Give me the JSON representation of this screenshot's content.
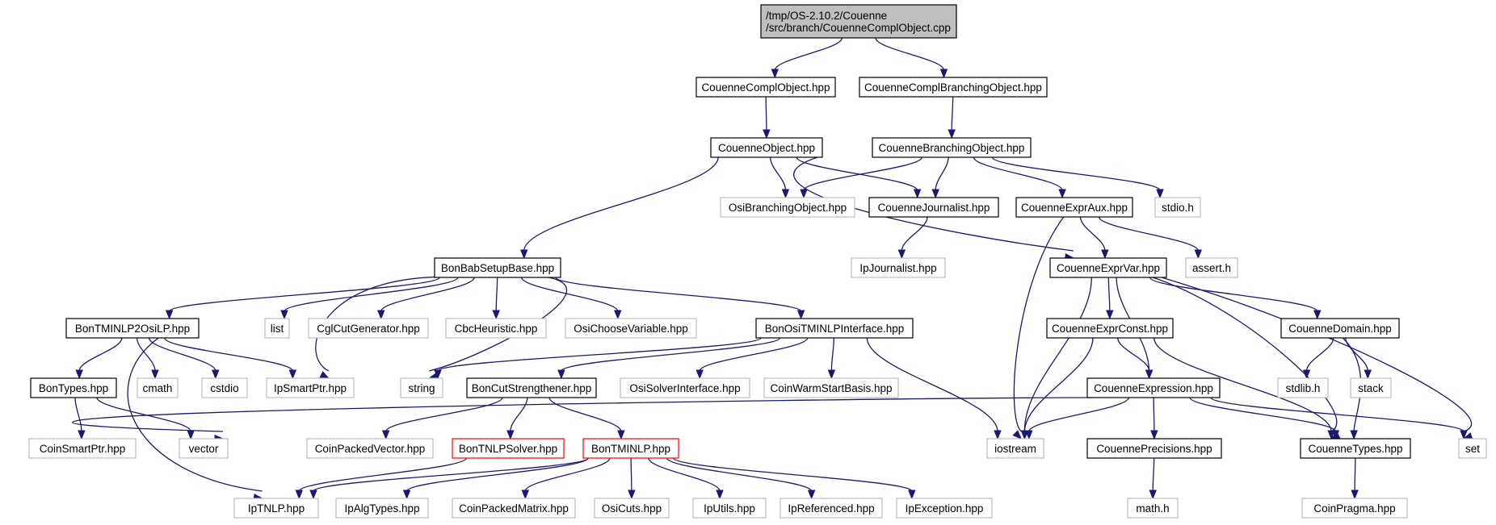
{
  "colors": {
    "edge": "#191970",
    "root_fill": "#bfbfbf",
    "documented_border": "#000000",
    "undocumented_border": "#bfbfbf",
    "truncated_border": "#ff0000"
  },
  "nodes": [
    {
      "id": "root",
      "lines": [
        "/tmp/OS-2.10.2/Couenne",
        "/src/branch/CouenneComplObject.cpp"
      ],
      "kind": "root"
    },
    {
      "id": "compl_obj_hpp",
      "lines": [
        "CouenneComplObject.hpp"
      ],
      "kind": "doc"
    },
    {
      "id": "compl_branch_hpp",
      "lines": [
        "CouenneComplBranchingObject.hpp"
      ],
      "kind": "doc"
    },
    {
      "id": "object_hpp",
      "lines": [
        "CouenneObject.hpp"
      ],
      "kind": "doc"
    },
    {
      "id": "branching_obj_hpp",
      "lines": [
        "CouenneBranchingObject.hpp"
      ],
      "kind": "doc"
    },
    {
      "id": "osi_branching",
      "lines": [
        "OsiBranchingObject.hpp"
      ],
      "kind": "nodoc"
    },
    {
      "id": "journalist",
      "lines": [
        "CouenneJournalist.hpp"
      ],
      "kind": "doc"
    },
    {
      "id": "expr_aux",
      "lines": [
        "CouenneExprAux.hpp"
      ],
      "kind": "doc"
    },
    {
      "id": "stdio_h",
      "lines": [
        "stdio.h"
      ],
      "kind": "nodoc"
    },
    {
      "id": "bab_setup",
      "lines": [
        "BonBabSetupBase.hpp"
      ],
      "kind": "doc"
    },
    {
      "id": "ip_journalist",
      "lines": [
        "IpJournalist.hpp"
      ],
      "kind": "nodoc"
    },
    {
      "id": "expr_var",
      "lines": [
        "CouenneExprVar.hpp"
      ],
      "kind": "doc"
    },
    {
      "id": "assert_h",
      "lines": [
        "assert.h"
      ],
      "kind": "nodoc"
    },
    {
      "id": "tminlp2osilp",
      "lines": [
        "BonTMINLP2OsiLP.hpp"
      ],
      "kind": "doc"
    },
    {
      "id": "list",
      "lines": [
        "list"
      ],
      "kind": "nodoc"
    },
    {
      "id": "cgl_cut",
      "lines": [
        "CglCutGenerator.hpp"
      ],
      "kind": "nodoc"
    },
    {
      "id": "cbc_heur",
      "lines": [
        "CbcHeuristic.hpp"
      ],
      "kind": "nodoc"
    },
    {
      "id": "osi_choose",
      "lines": [
        "OsiChooseVariable.hpp"
      ],
      "kind": "nodoc"
    },
    {
      "id": "osi_tminlp_iface",
      "lines": [
        "BonOsiTMINLPInterface.hpp"
      ],
      "kind": "doc"
    },
    {
      "id": "expr_const",
      "lines": [
        "CouenneExprConst.hpp"
      ],
      "kind": "doc"
    },
    {
      "id": "domain",
      "lines": [
        "CouenneDomain.hpp"
      ],
      "kind": "doc"
    },
    {
      "id": "bon_types",
      "lines": [
        "BonTypes.hpp"
      ],
      "kind": "doc"
    },
    {
      "id": "cmath",
      "lines": [
        "cmath"
      ],
      "kind": "nodoc"
    },
    {
      "id": "cstdio",
      "lines": [
        "cstdio"
      ],
      "kind": "nodoc"
    },
    {
      "id": "ip_smartptr",
      "lines": [
        "IpSmartPtr.hpp"
      ],
      "kind": "nodoc"
    },
    {
      "id": "string",
      "lines": [
        "string"
      ],
      "kind": "nodoc"
    },
    {
      "id": "cut_strength",
      "lines": [
        "BonCutStrengthener.hpp"
      ],
      "kind": "doc"
    },
    {
      "id": "osi_solver_iface",
      "lines": [
        "OsiSolverInterface.hpp"
      ],
      "kind": "nodoc"
    },
    {
      "id": "coin_warm",
      "lines": [
        "CoinWarmStartBasis.hpp"
      ],
      "kind": "nodoc"
    },
    {
      "id": "expression",
      "lines": [
        "CouenneExpression.hpp"
      ],
      "kind": "doc"
    },
    {
      "id": "stdlib_h",
      "lines": [
        "stdlib.h"
      ],
      "kind": "nodoc"
    },
    {
      "id": "stack",
      "lines": [
        "stack"
      ],
      "kind": "nodoc"
    },
    {
      "id": "coin_smartptr",
      "lines": [
        "CoinSmartPtr.hpp"
      ],
      "kind": "nodoc"
    },
    {
      "id": "vector",
      "lines": [
        "vector"
      ],
      "kind": "nodoc"
    },
    {
      "id": "coin_packed_vec",
      "lines": [
        "CoinPackedVector.hpp"
      ],
      "kind": "nodoc"
    },
    {
      "id": "tnlp_solver",
      "lines": [
        "BonTNLPSolver.hpp"
      ],
      "kind": "trunc"
    },
    {
      "id": "tminlp",
      "lines": [
        "BonTMINLP.hpp"
      ],
      "kind": "trunc"
    },
    {
      "id": "iostream",
      "lines": [
        "iostream"
      ],
      "kind": "nodoc"
    },
    {
      "id": "precisions",
      "lines": [
        "CouennePrecisions.hpp"
      ],
      "kind": "doc"
    },
    {
      "id": "couenne_types",
      "lines": [
        "CouenneTypes.hpp"
      ],
      "kind": "doc"
    },
    {
      "id": "set",
      "lines": [
        "set"
      ],
      "kind": "nodoc"
    },
    {
      "id": "ip_tnlp",
      "lines": [
        "IpTNLP.hpp"
      ],
      "kind": "nodoc"
    },
    {
      "id": "ip_alg_types",
      "lines": [
        "IpAlgTypes.hpp"
      ],
      "kind": "nodoc"
    },
    {
      "id": "coin_packed_mat",
      "lines": [
        "CoinPackedMatrix.hpp"
      ],
      "kind": "nodoc"
    },
    {
      "id": "osi_cuts",
      "lines": [
        "OsiCuts.hpp"
      ],
      "kind": "nodoc"
    },
    {
      "id": "ip_utils",
      "lines": [
        "IpUtils.hpp"
      ],
      "kind": "nodoc"
    },
    {
      "id": "ip_referenced",
      "lines": [
        "IpReferenced.hpp"
      ],
      "kind": "nodoc"
    },
    {
      "id": "ip_exception",
      "lines": [
        "IpException.hpp"
      ],
      "kind": "nodoc"
    },
    {
      "id": "math_h",
      "lines": [
        "math.h"
      ],
      "kind": "nodoc"
    },
    {
      "id": "coin_pragma",
      "lines": [
        "CoinPragma.hpp"
      ],
      "kind": "nodoc"
    }
  ],
  "edges": [
    [
      "root",
      "compl_obj_hpp"
    ],
    [
      "root",
      "compl_branch_hpp"
    ],
    [
      "compl_obj_hpp",
      "object_hpp"
    ],
    [
      "compl_branch_hpp",
      "branching_obj_hpp"
    ],
    [
      "object_hpp",
      "bab_setup"
    ],
    [
      "object_hpp",
      "osi_branching"
    ],
    [
      "object_hpp",
      "journalist"
    ],
    [
      "object_hpp",
      "expr_var"
    ],
    [
      "branching_obj_hpp",
      "osi_branching"
    ],
    [
      "branching_obj_hpp",
      "journalist"
    ],
    [
      "branching_obj_hpp",
      "expr_aux"
    ],
    [
      "branching_obj_hpp",
      "stdio_h"
    ],
    [
      "journalist",
      "ip_journalist"
    ],
    [
      "expr_aux",
      "expr_var"
    ],
    [
      "expr_aux",
      "assert_h"
    ],
    [
      "expr_aux",
      "iostream"
    ],
    [
      "bab_setup",
      "tminlp2osilp"
    ],
    [
      "bab_setup",
      "ip_smartptr"
    ],
    [
      "bab_setup",
      "list"
    ],
    [
      "bab_setup",
      "cgl_cut"
    ],
    [
      "bab_setup",
      "cbc_heur"
    ],
    [
      "bab_setup",
      "osi_choose"
    ],
    [
      "bab_setup",
      "osi_tminlp_iface"
    ],
    [
      "bab_setup",
      "string"
    ],
    [
      "tminlp2osilp",
      "bon_types"
    ],
    [
      "tminlp2osilp",
      "cmath"
    ],
    [
      "tminlp2osilp",
      "cstdio"
    ],
    [
      "tminlp2osilp",
      "ip_smartptr"
    ],
    [
      "tminlp2osilp",
      "ip_tnlp"
    ],
    [
      "bon_types",
      "coin_smartptr"
    ],
    [
      "bon_types",
      "vector"
    ],
    [
      "osi_tminlp_iface",
      "string"
    ],
    [
      "osi_tminlp_iface",
      "cut_strength"
    ],
    [
      "osi_tminlp_iface",
      "osi_solver_iface"
    ],
    [
      "osi_tminlp_iface",
      "coin_warm"
    ],
    [
      "osi_tminlp_iface",
      "iostream"
    ],
    [
      "cut_strength",
      "coin_packed_vec"
    ],
    [
      "cut_strength",
      "tnlp_solver"
    ],
    [
      "cut_strength",
      "tminlp"
    ],
    [
      "tnlp_solver",
      "ip_tnlp"
    ],
    [
      "tminlp",
      "ip_tnlp"
    ],
    [
      "tminlp",
      "ip_alg_types"
    ],
    [
      "tminlp",
      "coin_packed_mat"
    ],
    [
      "tminlp",
      "osi_cuts"
    ],
    [
      "tminlp",
      "ip_utils"
    ],
    [
      "tminlp",
      "ip_referenced"
    ],
    [
      "tminlp",
      "ip_exception"
    ],
    [
      "expr_var",
      "expr_const"
    ],
    [
      "expr_var",
      "iostream"
    ],
    [
      "expr_var",
      "expression"
    ],
    [
      "expr_var",
      "domain"
    ],
    [
      "expr_var",
      "couenne_types"
    ],
    [
      "expr_var",
      "set"
    ],
    [
      "expr_const",
      "iostream"
    ],
    [
      "expr_const",
      "expression"
    ],
    [
      "expr_const",
      "couenne_types"
    ],
    [
      "domain",
      "stdlib_h"
    ],
    [
      "domain",
      "stack"
    ],
    [
      "domain",
      "couenne_types"
    ],
    [
      "expression",
      "vector"
    ],
    [
      "expression",
      "iostream"
    ],
    [
      "expression",
      "precisions"
    ],
    [
      "expression",
      "couenne_types"
    ],
    [
      "expression",
      "set"
    ],
    [
      "precisions",
      "math_h"
    ],
    [
      "couenne_types",
      "coin_pragma"
    ]
  ]
}
